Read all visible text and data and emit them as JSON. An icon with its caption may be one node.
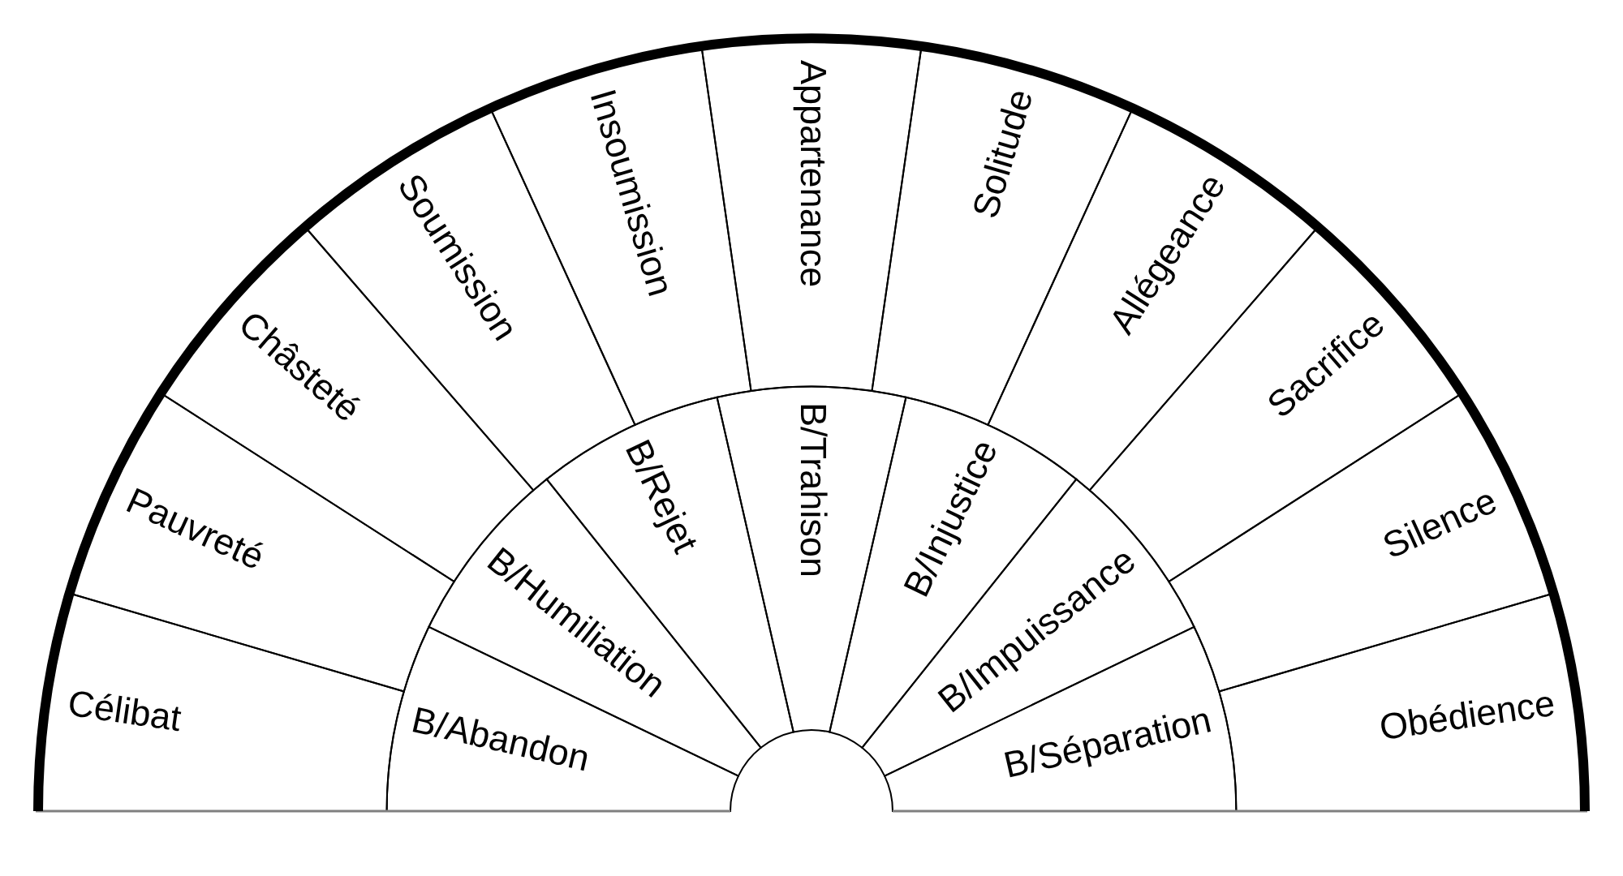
{
  "diagram": {
    "nodes": [
      {
        "text": [
          "Célibat"
        ]
      },
      {
        "text": [
          "Pauvreté"
        ]
      },
      {
        "text": [
          "Châsteté"
        ]
      },
      {
        "text": [
          "Soumission"
        ]
      },
      {
        "text": [
          "Insoumission"
        ]
      },
      {
        "text": [
          "Appartenance"
        ]
      },
      {
        "text": [
          "Solitude"
        ]
      },
      {
        "text": [
          "Allégeance"
        ]
      },
      {
        "text": [
          "Sacrifice"
        ]
      },
      {
        "text": [
          "Silence"
        ]
      },
      {
        "text": [
          "Obédience"
        ]
      },
      {
        "text": [
          "B/Abandon"
        ]
      },
      {
        "text": [
          "B/Humiliation"
        ]
      },
      {
        "text": [
          "B/Rejet"
        ]
      },
      {
        "text": [
          "B/Trahison"
        ]
      },
      {
        "text": [
          "B/Injustice"
        ]
      },
      {
        "text": [
          "B/Impuissance"
        ]
      },
      {
        "text": [
          "B/Séparation"
        ]
      }
    ]
  }
}
